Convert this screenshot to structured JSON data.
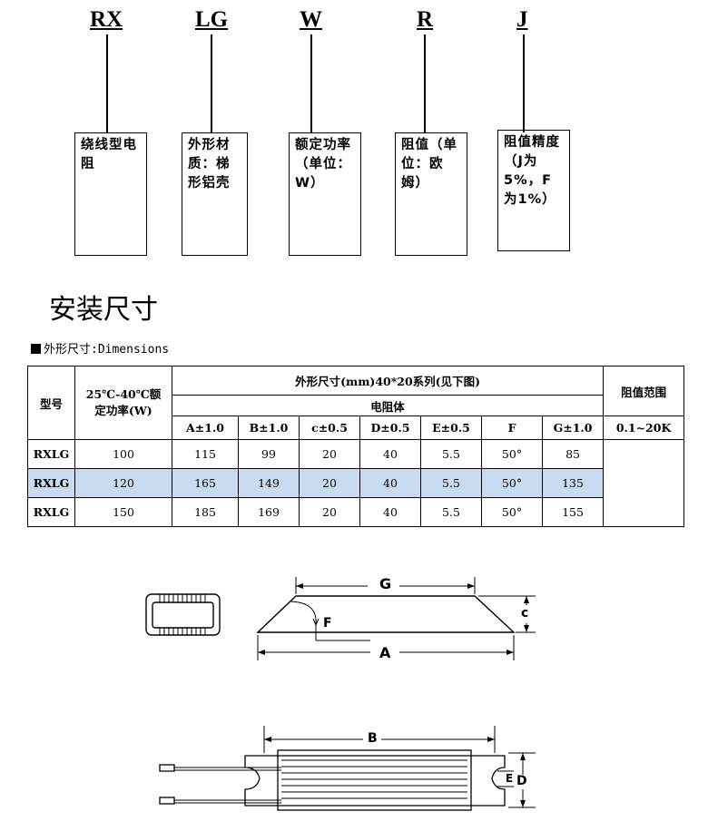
{
  "codes": [
    {
      "code": "RX",
      "desc": "绕线型电阻"
    },
    {
      "code": "LG",
      "desc": "外形材质：梯形铝壳"
    },
    {
      "code": "W",
      "desc": "额定功率（单位：W）"
    },
    {
      "code": "R",
      "desc": "阻值（单位：欧姆）"
    },
    {
      "code": "J",
      "desc": "阻值精度（J为5%，F为1%）"
    }
  ],
  "section_title": "安装尺寸",
  "subheading": "外形尺寸:Dimensions",
  "table": {
    "model_header": "型号",
    "power_header": "25℃-40℃额定功率(W)",
    "dims_header": "外形尺寸(mm)40*20系列(见下图)",
    "body_header": "电阻体",
    "range_header": "阻值范围",
    "range_value": "0.1~20K",
    "dim_columns": [
      "A±1.0",
      "B±1.0",
      "c±0.5",
      "D±0.5",
      "E±0.5",
      "F",
      "G±1.0"
    ],
    "rows": [
      {
        "model": "RXLG",
        "power": "100",
        "dims": [
          "115",
          "99",
          "20",
          "40",
          "5.5",
          "50°",
          "85"
        ],
        "highlight": false
      },
      {
        "model": "RXLG",
        "power": "120",
        "dims": [
          "165",
          "149",
          "20",
          "40",
          "5.5",
          "50°",
          "135"
        ],
        "highlight": true
      },
      {
        "model": "RXLG",
        "power": "150",
        "dims": [
          "185",
          "169",
          "20",
          "40",
          "5.5",
          "50°",
          "155"
        ],
        "highlight": false
      }
    ]
  },
  "drawing_labels": {
    "g": "G",
    "c": "c",
    "f": "F",
    "a": "A",
    "b": "B",
    "e": "E",
    "d": "D"
  },
  "colors": {
    "row_highlight": "#c9dbf1"
  }
}
